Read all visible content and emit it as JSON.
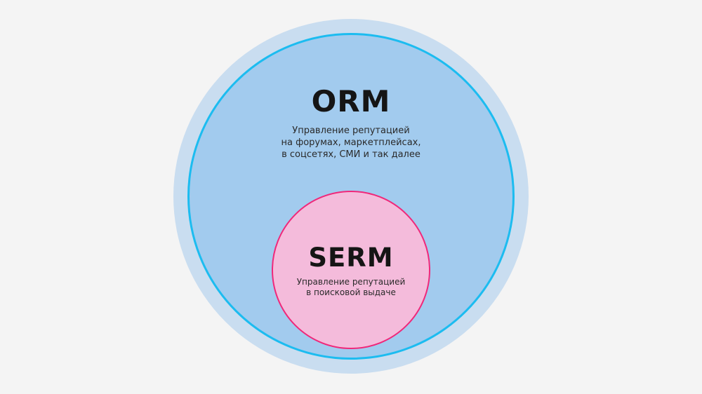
{
  "orm": {
    "title": "ORM",
    "lines": [
      "Управление репутацией",
      "на форумах, маркетплейсах,",
      "в соцсетях, СМИ и так далее"
    ]
  },
  "serm": {
    "title": "SERM",
    "lines": [
      "Управление репутацией",
      "в поисковой выдаче"
    ]
  },
  "colors": {
    "outer_halo": "#c9ddf0",
    "orm_fill": "#a2cbee",
    "orm_stroke": "#1cbcf0",
    "serm_fill": "#f4bbdb",
    "serm_stroke": "#f0287a"
  }
}
